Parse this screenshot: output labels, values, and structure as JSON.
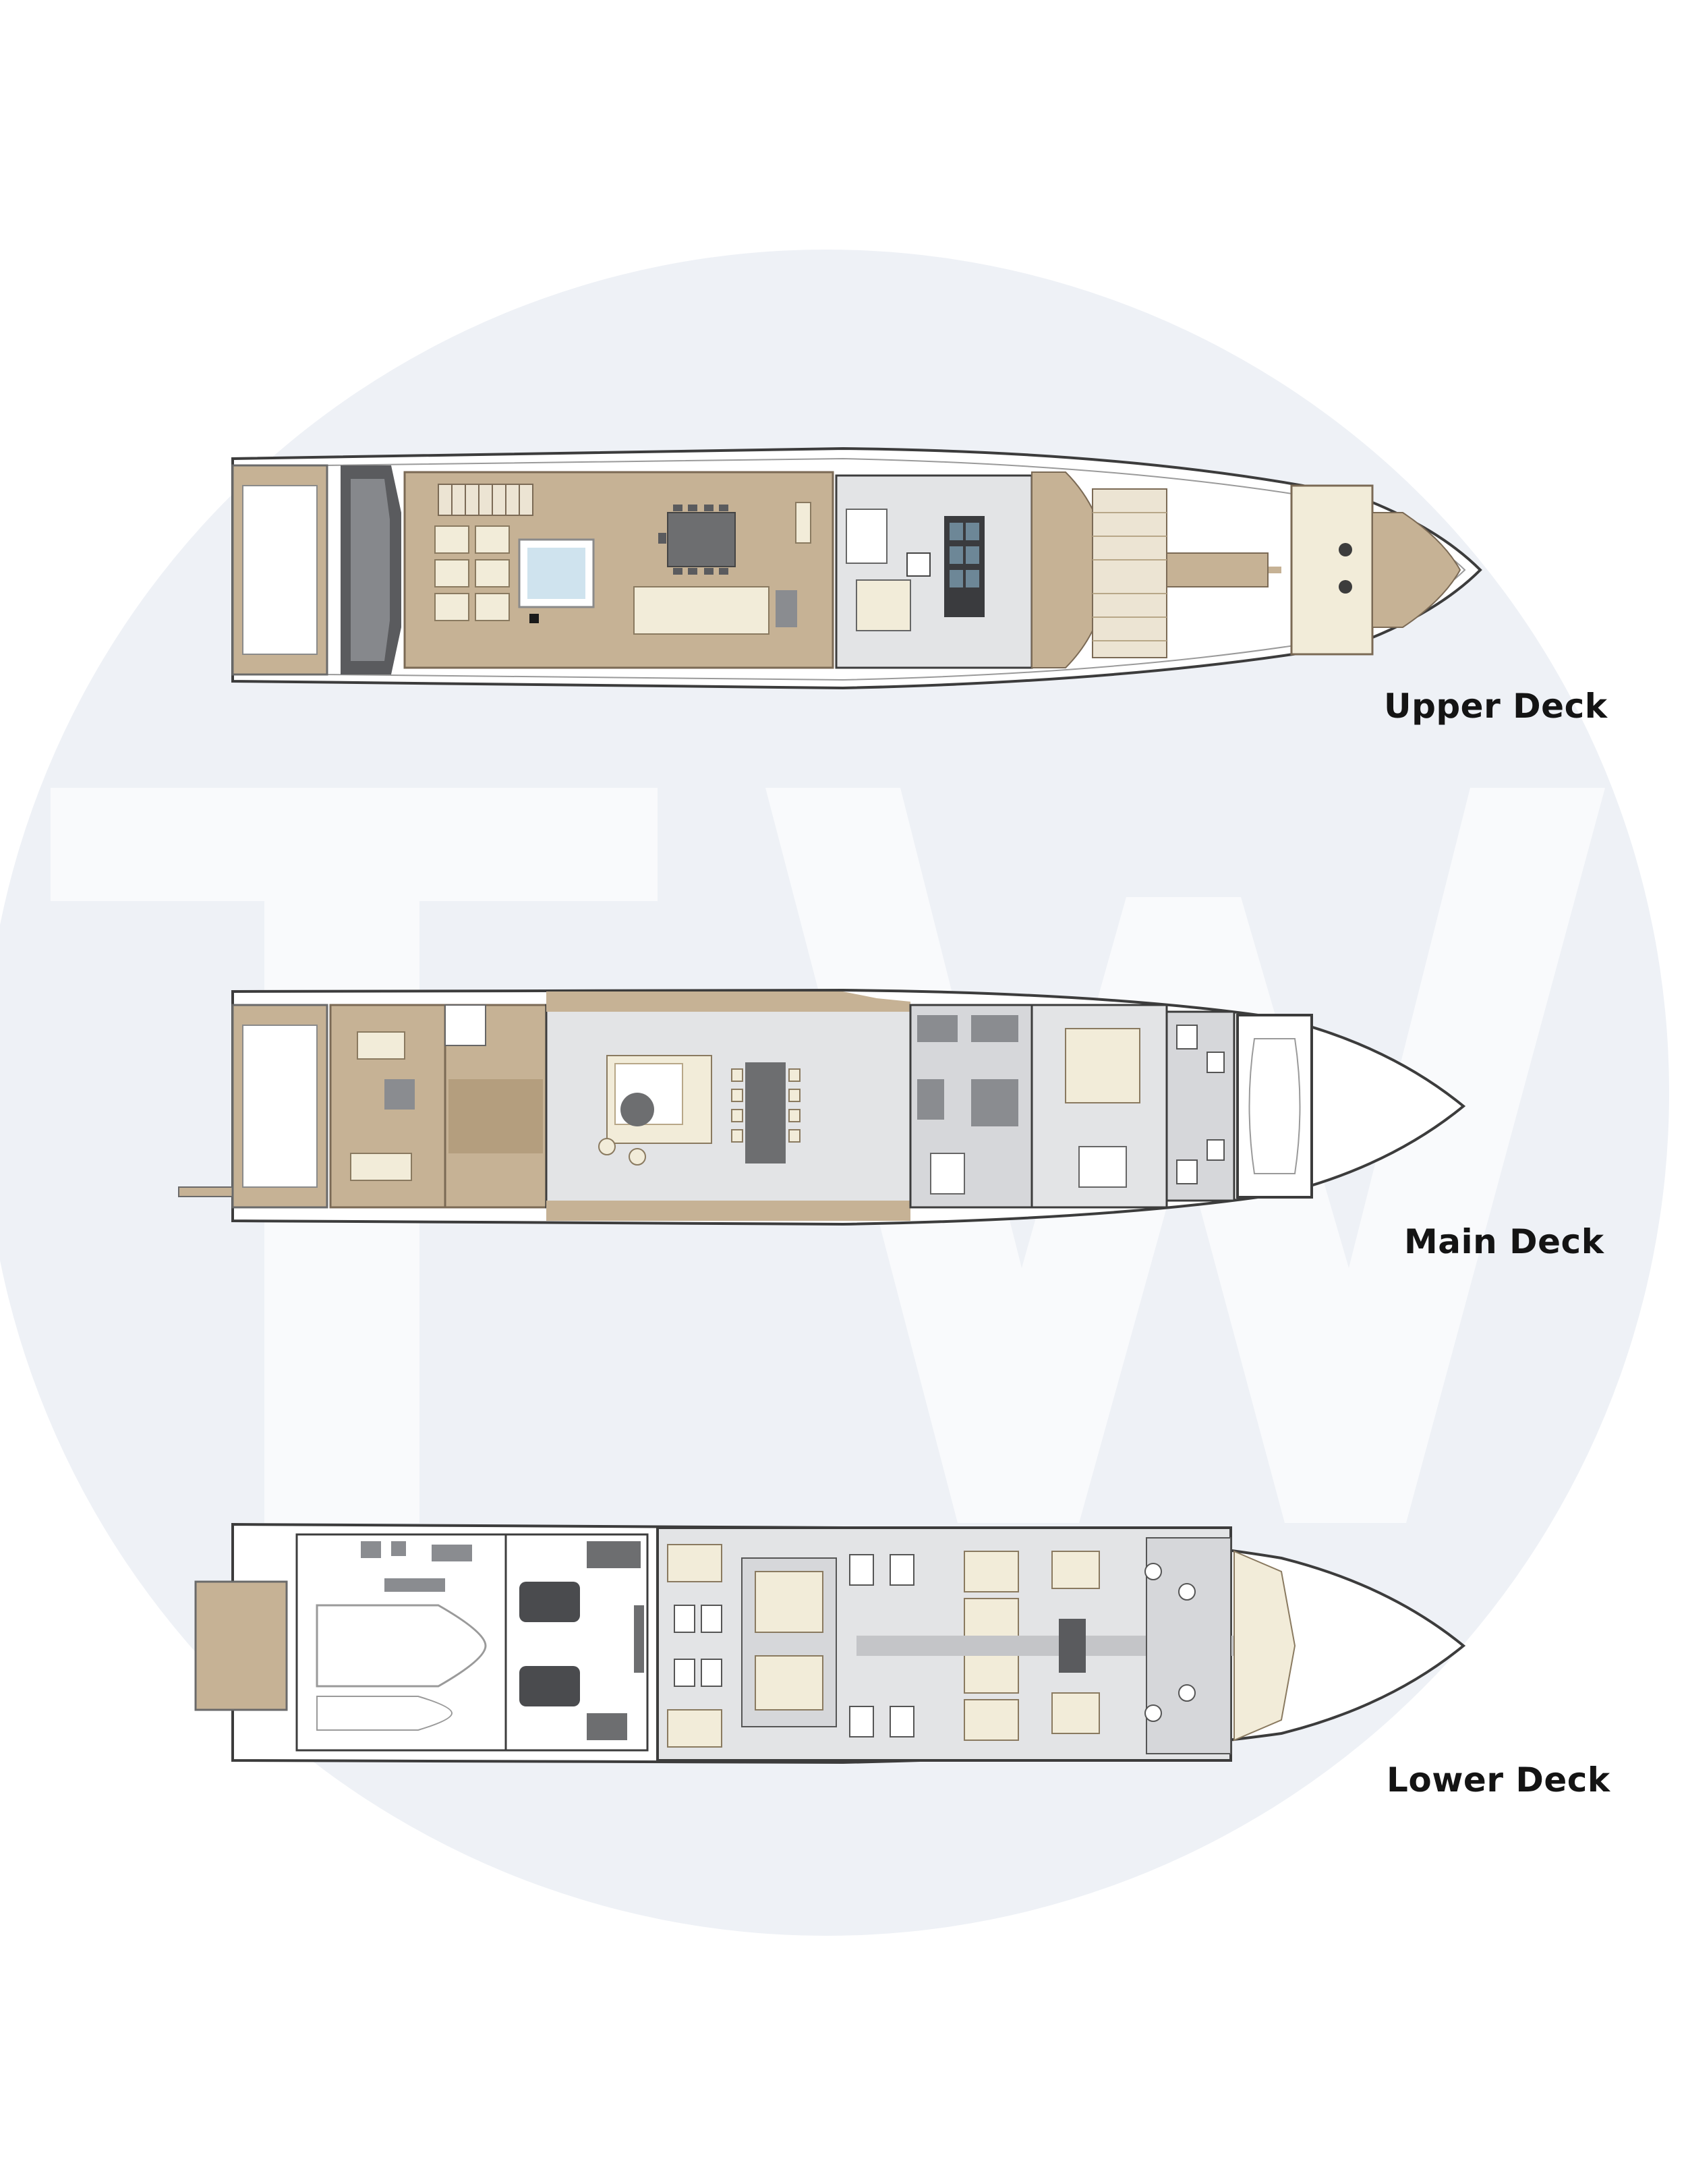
{
  "watermark": {
    "letters": "TW",
    "circle_color": "#eef1f6",
    "letter_color": "#f9fafc"
  },
  "decks": [
    {
      "label": "Upper Deck"
    },
    {
      "label": "Main Deck"
    },
    {
      "label": "Lower Deck"
    }
  ],
  "colors": {
    "teak": "#c6b295",
    "teak_dark": "#b49e7e",
    "interior": "#e3e4e6",
    "hull_line": "#3c3c3c",
    "dark_gray": "#5a5b5e",
    "cream": "#f2ecd9"
  }
}
